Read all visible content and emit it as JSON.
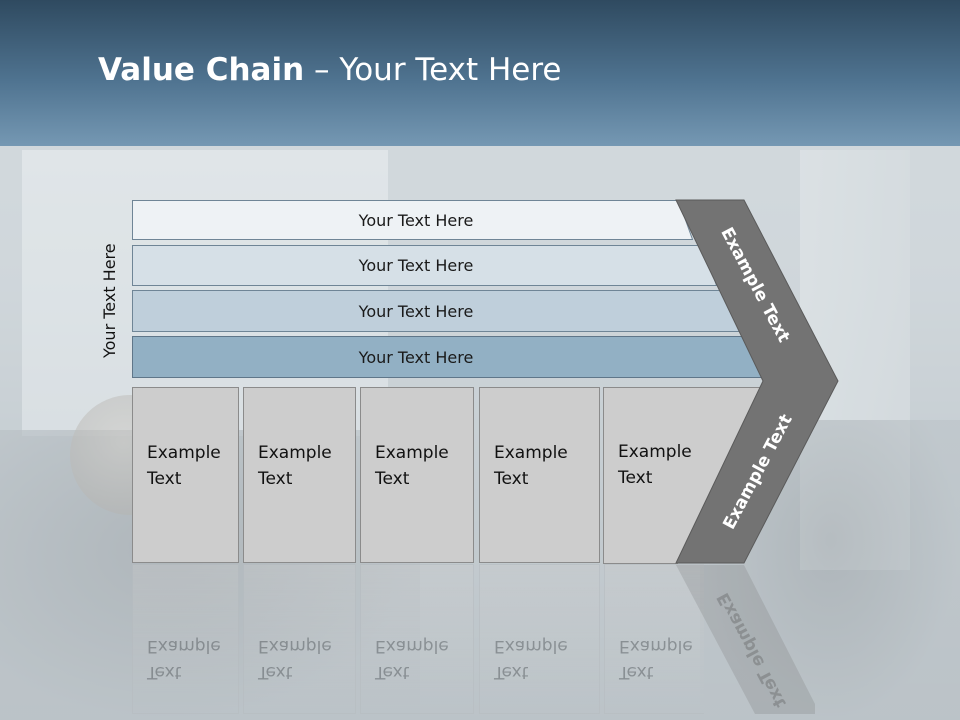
{
  "slide": {
    "title_bold": "Value Chain",
    "title_rest": " – Your Text Here",
    "side_label": "Your Text Here"
  },
  "stripes": [
    {
      "label": "Your Text Here",
      "fill": "#eef2f5"
    },
    {
      "label": "Your Text Here",
      "fill": "#d6e0e7"
    },
    {
      "label": "Your Text Here",
      "fill": "#bfcfdb"
    },
    {
      "label": "Your Text Here",
      "fill": "#92b0c4"
    }
  ],
  "columns": [
    {
      "line1": "Example",
      "line2": "Text"
    },
    {
      "line1": "Example",
      "line2": "Text"
    },
    {
      "line1": "Example",
      "line2": "Text"
    },
    {
      "line1": "Example",
      "line2": "Text"
    },
    {
      "line1": "Example",
      "line2": "Text"
    }
  ],
  "chevron": {
    "upper_label": "Example Text",
    "lower_label": "Example Text",
    "fill": "#737373"
  },
  "colors": {
    "header_top": "#2f4a60",
    "header_bottom": "#7598b3",
    "column_fill": "#cdcdcd"
  }
}
